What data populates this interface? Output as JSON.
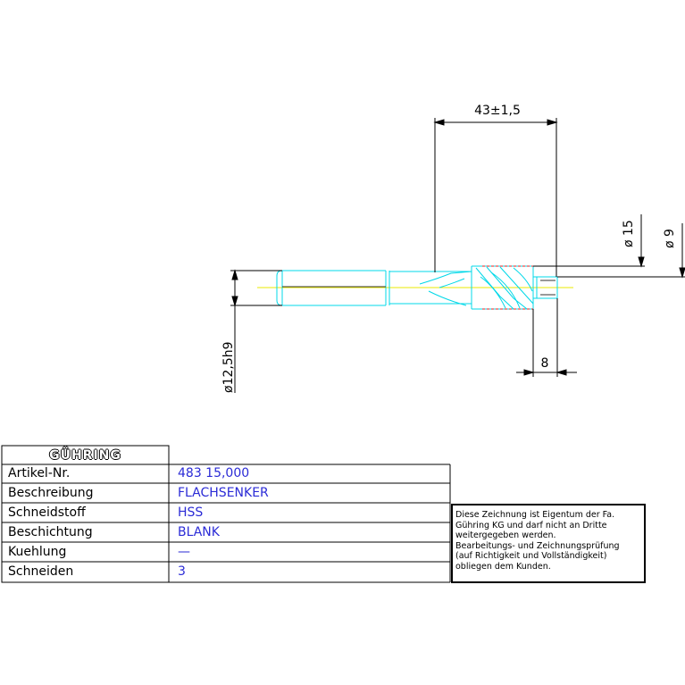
{
  "dimensions": {
    "length": "43±1,5",
    "diameter_15": "ø 15",
    "diameter_9": "ø 9",
    "shank_diameter": "ø12,5h9",
    "pilot_length": "8"
  },
  "title_block": {
    "logo": "GÜHRING",
    "rows": [
      {
        "label": "Artikel-Nr.",
        "value": "483 15,000"
      },
      {
        "label": "Beschreibung",
        "value": "FLACHSENKER"
      },
      {
        "label": "Schneidstoff",
        "value": "HSS"
      },
      {
        "label": "Beschichtung",
        "value": "BLANK"
      },
      {
        "label": "Kuehlung",
        "value": "—"
      },
      {
        "label": "Schneiden",
        "value": "3"
      }
    ]
  },
  "notice": "Diese Zeichnung ist Eigentum der Fa.\nGühring KG und darf nicht an Dritte\nweitergegeben werden.\nBearbeitungs- und Zeichnungsprüfung\n(auf Richtigkeit und Vollständigkeit)\nobliegen dem Kunden.",
  "colors": {
    "outline": "#00d8e8",
    "centerline": "#e8e800",
    "hidden": "#e02020",
    "values": "#2b2bd6"
  }
}
